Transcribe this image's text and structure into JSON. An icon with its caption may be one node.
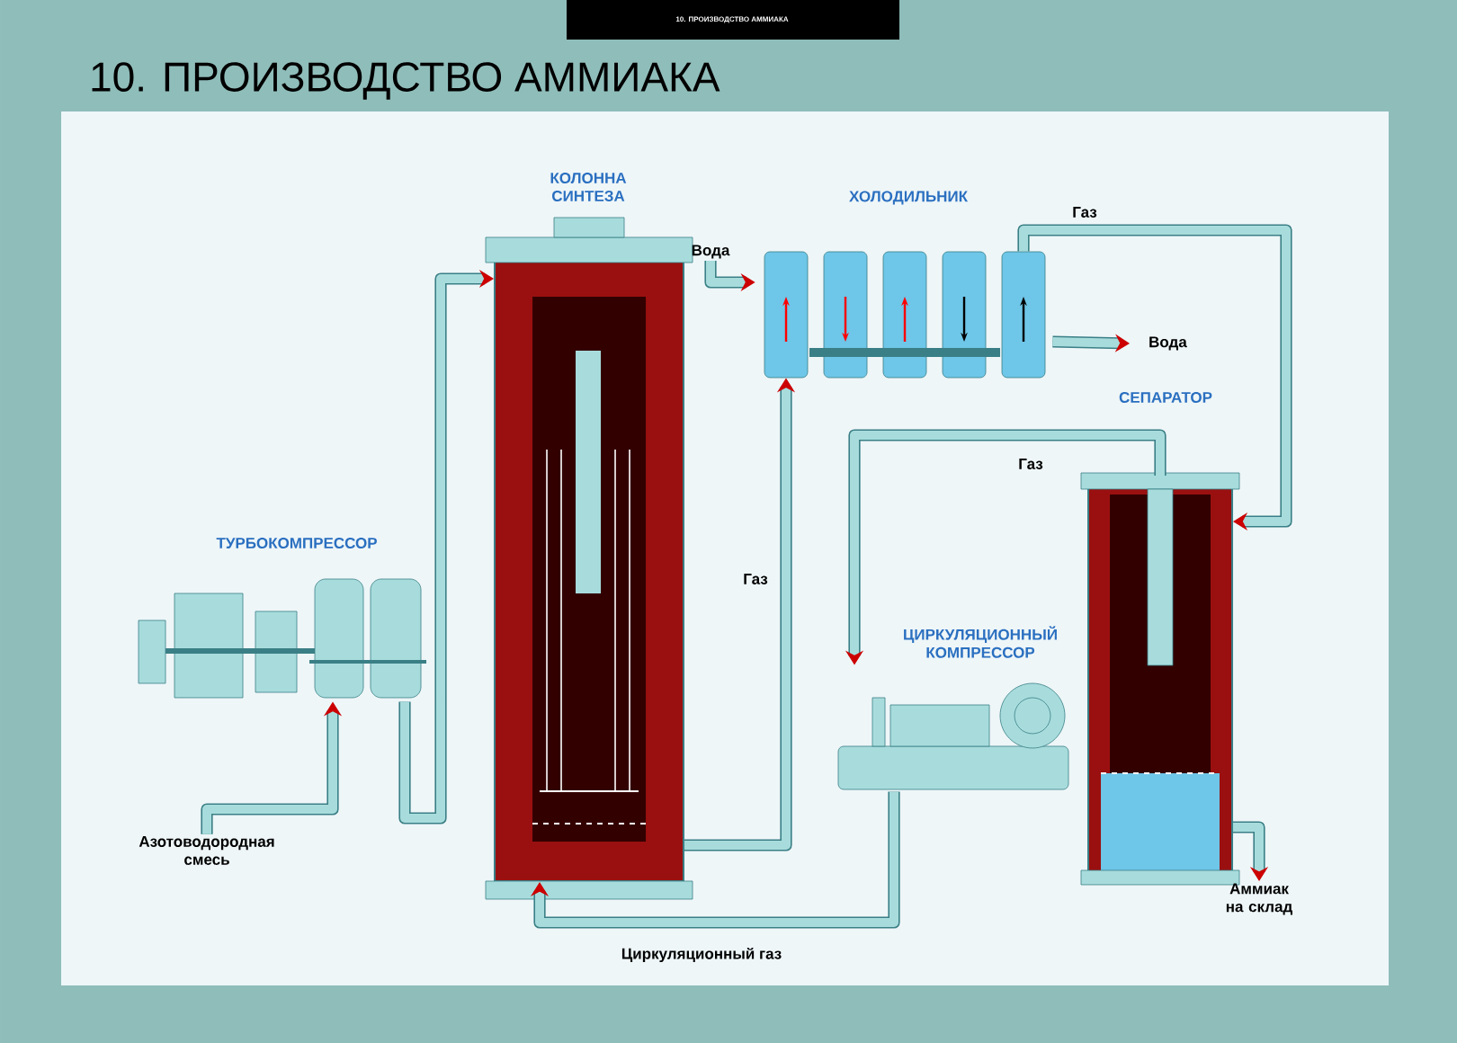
{
  "diagram": {
    "title": "10. ПРОИЗВОДСТВО АММИАКА",
    "nodes": [
      {
        "text": [
          "КОЛОННА СИНТЕЗА"
        ]
      },
      {
        "text": [
          "ХОЛОДИЛЬНИК"
        ]
      },
      {
        "text": [
          "СЕПАРАТОР"
        ]
      },
      {
        "text": [
          "ЦИРКУЛЯЦИОННЫЙ КОМПРЕССОР"
        ]
      },
      {
        "text": [
          "ТУРБОКОМПРЕССОР"
        ]
      },
      {
        "text": [
          "Азотоводородная смесь"
        ]
      },
      {
        "text": [
          "Вода"
        ]
      },
      {
        "text": [
          "Вода"
        ]
      },
      {
        "text": [
          "Аммиак на склад"
        ]
      }
    ],
    "edges": [
      {
        "from": 5,
        "to": 4,
        "arrow": "to"
      },
      {
        "from": 4,
        "to": 0,
        "arrow": "to"
      },
      {
        "from": 3,
        "to": 0,
        "arrow": "to",
        "label": "Циркуляционный газ"
      },
      {
        "from": 0,
        "to": 1,
        "arrow": "to",
        "label": "Газ"
      },
      {
        "from": 1,
        "to": 2,
        "arrow": "to",
        "label": "Газ"
      },
      {
        "from": 2,
        "to": 3,
        "arrow": "to",
        "label": "Газ"
      },
      {
        "from": 6,
        "to": 1,
        "arrow": "to"
      },
      {
        "from": 1,
        "to": 7,
        "arrow": "to"
      },
      {
        "from": 2,
        "to": 8,
        "arrow": "to"
      }
    ],
    "labels": [
      "10. ПРОИЗВОДСТВО АММИАКА"
    ]
  }
}
